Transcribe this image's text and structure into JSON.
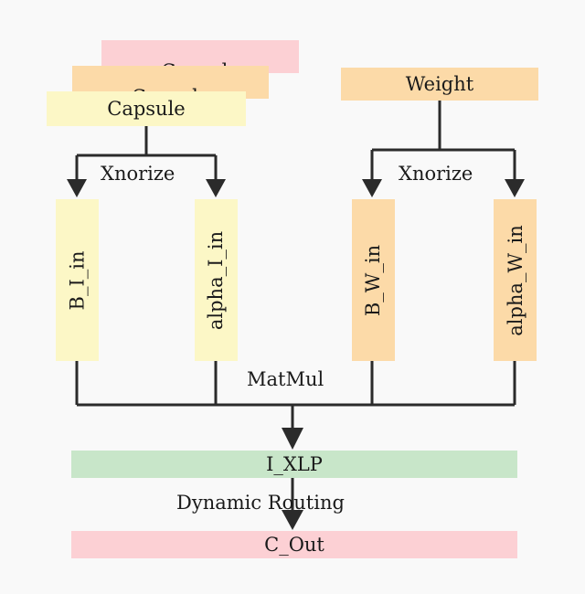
{
  "inputs": {
    "capsule_back": "Capsule",
    "capsule_mid": "Capsule",
    "capsule_front": "Capsule",
    "weight": "Weight"
  },
  "branches": {
    "left_label": "Xnorize",
    "right_label": "Xnorize",
    "b_i_in": "B_I_in",
    "alpha_i_in": "alpha_I_in",
    "b_w_in": "B_W_in",
    "alpha_w_in": "alpha_W_in"
  },
  "merge": {
    "matmul_label": "MatMul",
    "xlp": "I_XLP",
    "routing_label": "Dynamic Routing",
    "output": "C_Out"
  },
  "colors": {
    "pink": "#fcd0d4",
    "orange": "#fcdaa8",
    "yellow": "#fcf7c6",
    "green": "#c8e6c9",
    "line": "#2b2b2b"
  }
}
